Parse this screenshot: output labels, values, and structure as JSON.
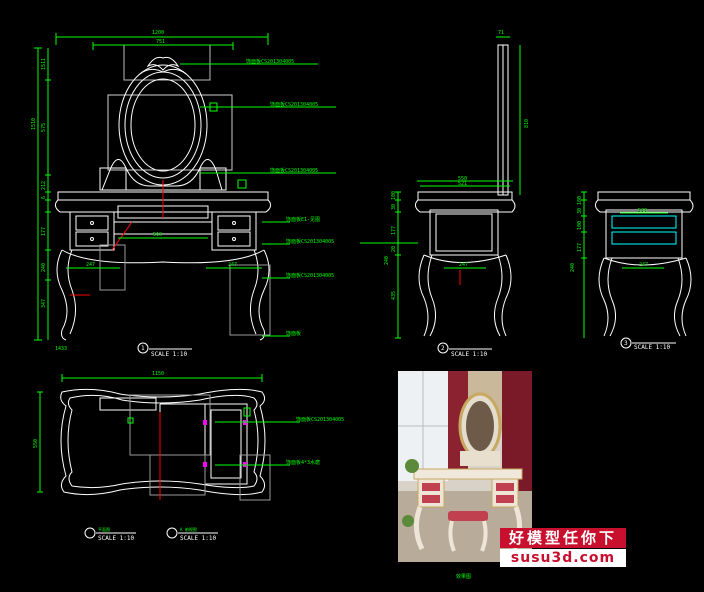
{
  "colors": {
    "background": "#000000",
    "outline": "#ffffff",
    "dimension": "#00ff00",
    "annotation": "#00ff00",
    "centerline": "#ff0000",
    "highlight": "#ff00ff",
    "guide": "#b0b0b0",
    "watermark": "#c8102e"
  },
  "front_view": {
    "overall_width": "1200",
    "mirror_width": "751",
    "inner_width": "510",
    "leg_span_left": "247",
    "leg_span_right": "247",
    "heights": [
      "1511",
      "575",
      "212",
      "6",
      "177",
      "240",
      "347",
      "1433"
    ],
    "total_height": "1510",
    "callouts": [
      "饰面板CS201304005",
      "饰面板CS201304005",
      "饰面板CS201304005",
      "饰面板E1-见图",
      "饰面板CS201304005",
      "饰面板CS201304005",
      "饰面板"
    ],
    "label_number": "1",
    "scale": "SCALE 1:10"
  },
  "side_view": {
    "top_width": "71",
    "height": "810",
    "base_width": "550",
    "inner_width": "521",
    "leg_span": "247",
    "heights": [
      "100",
      "30",
      "177",
      "20",
      "240",
      "435"
    ],
    "label_number": "2",
    "scale": "SCALE 1:10"
  },
  "section_view": {
    "inner_width": "530",
    "leg_span": "247",
    "heights": [
      "180",
      "30",
      "100",
      "177",
      "240"
    ],
    "label_number": "3",
    "scale": "SCALE 1:10"
  },
  "plan_view": {
    "width": "1150",
    "depth": "550",
    "callouts": [
      "饰面板CS201304005",
      "饰面板4*3水磨"
    ],
    "label_one": "平面图",
    "scale_one": "SCALE 1:10",
    "label_two": "A 俯视图",
    "scale_two": "SCALE 1:10"
  },
  "photo": {
    "caption": "效果图"
  },
  "watermark": {
    "chinese": "好模型任你下",
    "domain": "susu3d.com"
  }
}
